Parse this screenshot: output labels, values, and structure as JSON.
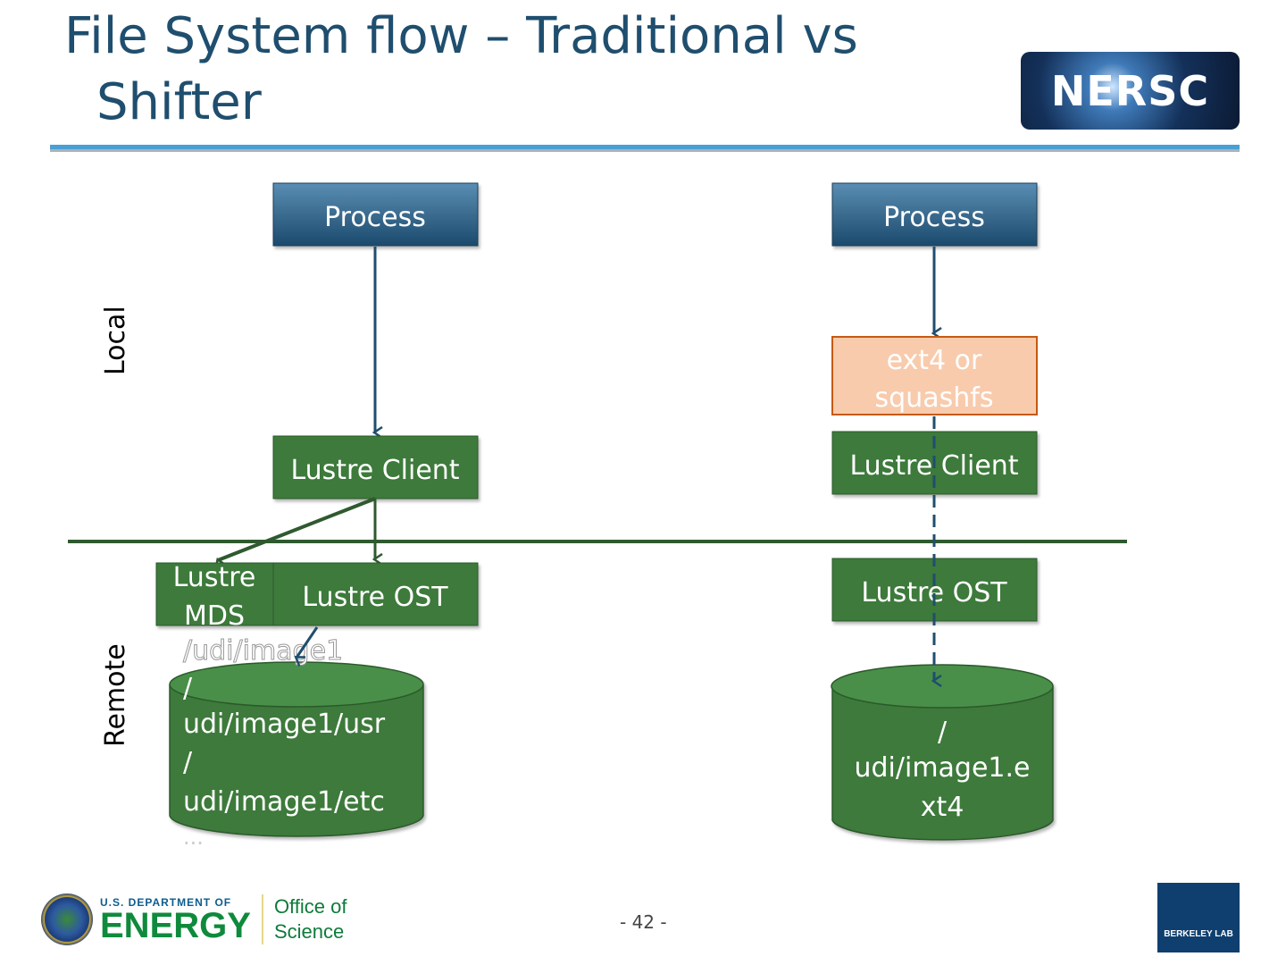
{
  "slide": {
    "title_line1": "File System flow – Traditional vs",
    "title_line2": "Shifter",
    "page_number": "- 42 -"
  },
  "logos": {
    "nersc": "NERSC",
    "doe_small": "U.S. DEPARTMENT OF",
    "doe_big": "ENERGY",
    "doe_office_1": "Office of",
    "doe_office_2": "Science",
    "berkeley": "BERKELEY LAB"
  },
  "labels": {
    "local": "Local",
    "remote": "Remote"
  },
  "traditional": {
    "process": "Process",
    "client": "Lustre Client",
    "mds_1": "Lustre",
    "mds_2": "MDS",
    "ost": "Lustre OST",
    "overlay_path": "/udi/image1",
    "storage_lines": [
      "/",
      "udi/image1/usr",
      "/",
      "udi/image1/etc",
      "..."
    ]
  },
  "shifter": {
    "process": "Process",
    "fs_1": "ext4 or",
    "fs_2": "squashfs",
    "client": "Lustre Client",
    "ost": "Lustre OST",
    "storage_lines": [
      "/",
      "udi/image1.e",
      "xt4"
    ]
  },
  "colors": {
    "title": "#1f4e6e",
    "process_top": "#4f84ab",
    "process_bottom": "#1b4a6c",
    "lustre_green": "#3d7a3b",
    "fs_fill": "#f8cbad",
    "fs_border": "#c55a11",
    "divider": "#2f5a2f"
  }
}
